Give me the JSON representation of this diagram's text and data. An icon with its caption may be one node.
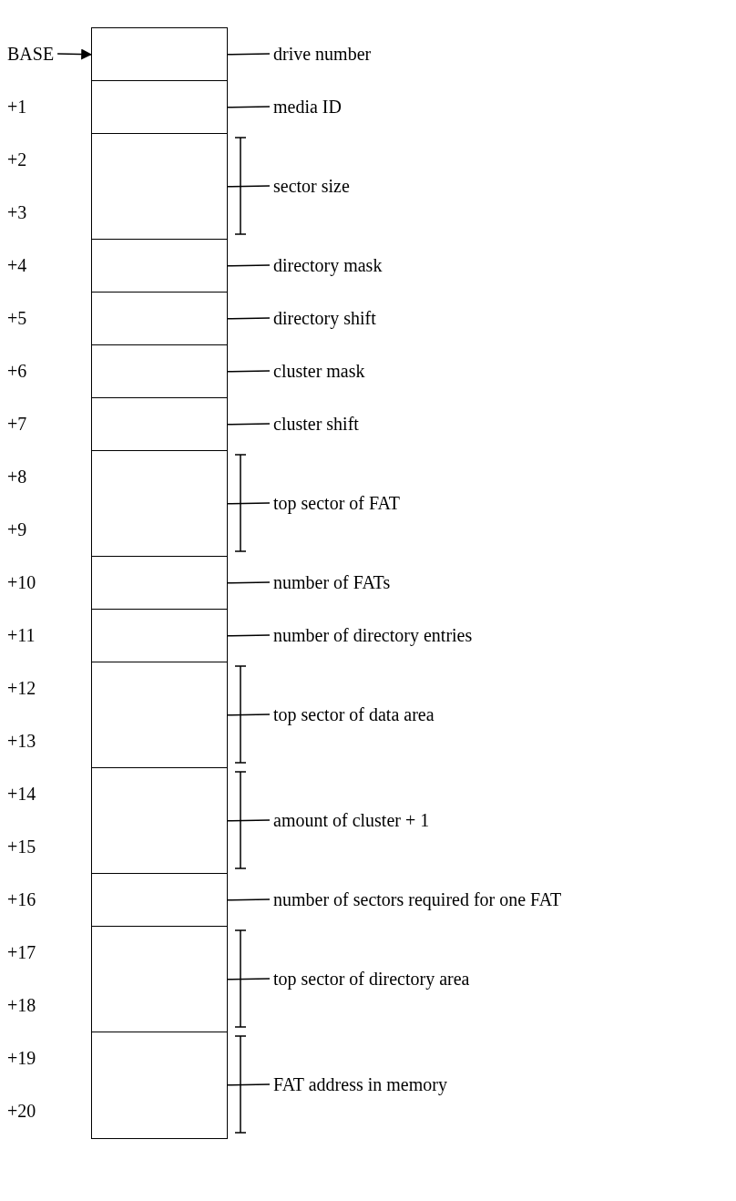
{
  "diagram": {
    "nodes": [
      {
        "text": [
          "BASE"
        ]
      },
      {
        "text": [],
        "shape": "box"
      },
      {
        "text": [
          "drive number"
        ]
      },
      {
        "text": [],
        "shape": "box"
      },
      {
        "text": [
          "media ID"
        ]
      },
      {
        "text": [],
        "shape": "box"
      },
      {
        "text": [
          "sector size"
        ]
      },
      {
        "text": [],
        "shape": "box"
      },
      {
        "text": [
          "directory mask"
        ]
      },
      {
        "text": [],
        "shape": "box"
      },
      {
        "text": [
          "directory shift"
        ]
      },
      {
        "text": [],
        "shape": "box"
      },
      {
        "text": [
          "cluster mask"
        ]
      },
      {
        "text": [],
        "shape": "box"
      },
      {
        "text": [
          "cluster shift"
        ]
      },
      {
        "text": [],
        "shape": "box"
      },
      {
        "text": [
          "top sector of FAT"
        ]
      },
      {
        "text": [],
        "shape": "box"
      },
      {
        "text": [
          "number of FATs"
        ]
      },
      {
        "text": [],
        "shape": "box"
      },
      {
        "text": [
          "number of directory entries"
        ]
      },
      {
        "text": [],
        "shape": "box"
      },
      {
        "text": [
          "top sector of data area"
        ]
      },
      {
        "text": [],
        "shape": "box"
      },
      {
        "text": [
          "amount of cluster + 1"
        ]
      },
      {
        "text": [],
        "shape": "box"
      },
      {
        "text": [
          "number of sectors required for one FAT"
        ]
      },
      {
        "text": [],
        "shape": "box"
      },
      {
        "text": [
          "top sector of directory area"
        ]
      },
      {
        "text": [],
        "shape": "box"
      },
      {
        "text": [
          "FAT address in memory"
        ]
      }
    ],
    "edges": [
      {
        "from": 0,
        "to": 1,
        "arrow": "to"
      },
      {
        "from": 2,
        "to": 1,
        "arrow": "none"
      },
      {
        "from": 4,
        "to": 3,
        "arrow": "none"
      },
      {
        "from": 6,
        "to": 5,
        "arrow": "none"
      },
      {
        "from": 8,
        "to": 7,
        "arrow": "none"
      },
      {
        "from": 10,
        "to": 9,
        "arrow": "none"
      },
      {
        "from": 12,
        "to": 11,
        "arrow": "none"
      },
      {
        "from": 14,
        "to": 13,
        "arrow": "none"
      },
      {
        "from": 16,
        "to": 15,
        "arrow": "none"
      },
      {
        "from": 18,
        "to": 17,
        "arrow": "none"
      },
      {
        "from": 20,
        "to": 19,
        "arrow": "none"
      },
      {
        "from": 22,
        "to": 21,
        "arrow": "none"
      },
      {
        "from": 24,
        "to": 23,
        "arrow": "none"
      },
      {
        "from": 26,
        "to": 25,
        "arrow": "none"
      },
      {
        "from": 28,
        "to": 27,
        "arrow": "none"
      },
      {
        "from": 30,
        "to": 29,
        "arrow": "none"
      }
    ],
    "labels": [
      "+1",
      "+2",
      "+3",
      "+4",
      "+5",
      "+6",
      "+7",
      "+8",
      "+9",
      "+10",
      "+11",
      "+12",
      "+13",
      "+14",
      "+15",
      "+16",
      "+17",
      "+18",
      "+19",
      "+20"
    ]
  }
}
